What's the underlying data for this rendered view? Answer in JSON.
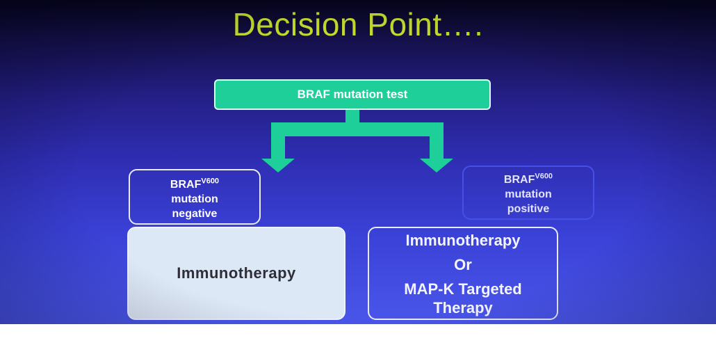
{
  "title": "Decision Point….",
  "test_box": {
    "label": "BRAF mutation test"
  },
  "negative": {
    "gene": "BRAF",
    "variant": "V600",
    "line1": "mutation",
    "line2": "negative"
  },
  "positive": {
    "gene": "BRAF",
    "variant": "V600",
    "line1": "mutation",
    "line2": "positive"
  },
  "therapy_left": {
    "label": "Immunotherapy"
  },
  "therapy_right": {
    "line1": "Immunotherapy",
    "line2": "Or",
    "line3": "MAP-K Targeted",
    "line4": "Therapy"
  },
  "colors": {
    "title": "#c8e02c",
    "arrow": "#1fcf9a",
    "background_top": "#06051a",
    "background_bottom": "#4a56ea"
  }
}
